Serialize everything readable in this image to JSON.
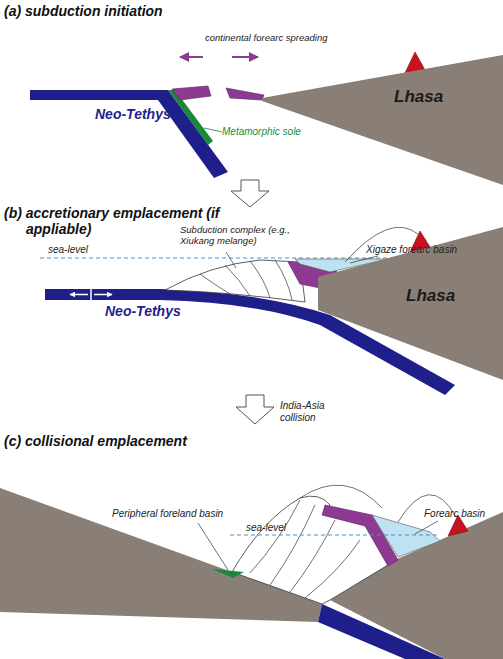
{
  "diagram": {
    "nodes": [
      {
        "text": [
          "Lhasa"
        ]
      },
      {
        "text": [
          "Lhasa"
        ]
      }
    ],
    "labels": [
      "(a) subduction initiation",
      "continental forearc spreading",
      "Neo-Tethys",
      "Metamorphic sole",
      "(b) accretionary emplacement (if appliable)",
      "sea-level",
      "Subduction complex (e.g., Xiukang melange)",
      "Xigaze forearc basin",
      "Neo-Tethys",
      "India-Asia collision",
      "(c) collisional emplacement",
      "Peripheral foreland basin",
      "sea-level",
      "Forearc basin"
    ]
  }
}
